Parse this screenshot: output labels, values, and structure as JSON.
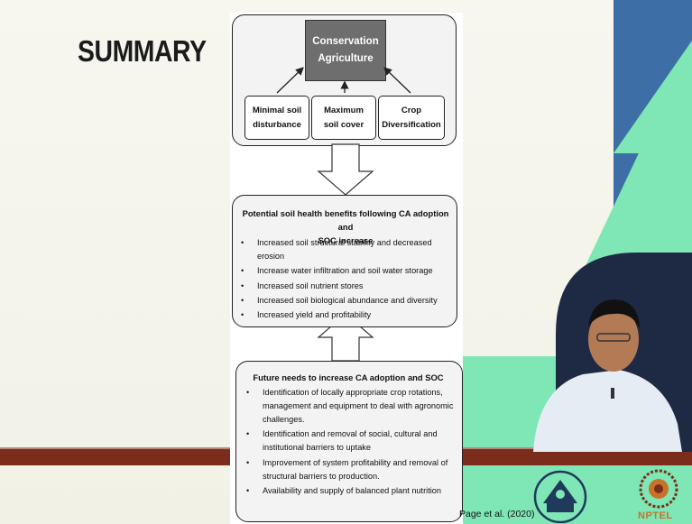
{
  "slide": {
    "title": "SUMMARY",
    "citation": "Page et al. (2020)",
    "logo_text": "NPTEL"
  },
  "diagram": {
    "center": {
      "line1": "Conservation",
      "line2": "Agriculture"
    },
    "pillars": [
      {
        "line1": "Minimal soil",
        "line2": "disturbance"
      },
      {
        "line1": "Maximum",
        "line2": "soil cover"
      },
      {
        "line1": "Crop",
        "line2": "Diversification"
      }
    ],
    "benefits": {
      "heading_line1": "Potential soil health benefits following CA adoption and",
      "heading_line2": "SOC increase",
      "items": [
        "Increased soil structural stability and decreased erosion",
        "Increase water infiltration and soil water storage",
        "Increased soil nutrient stores",
        "Increased soil biological abundance and diversity",
        "Increased yield and profitability"
      ]
    },
    "future": {
      "heading": "Future needs to increase CA adoption and SOC",
      "items": [
        "Identification of locally appropriate crop rotations, management and equipment to deal with agronomic challenges.",
        "Identification and removal of social, cultural and institutional barriers to uptake",
        "Improvement of system profitability and removal of structural barriers to production.",
        "Availability and supply of balanced plant nutrition"
      ]
    }
  },
  "colors": {
    "stripe": "#7b2c1a",
    "deco_blue": "#3d6fa6",
    "deco_green": "#7fe6b6",
    "ca_box": "#6e6e6e",
    "nptel_orange": "#c8712a"
  }
}
